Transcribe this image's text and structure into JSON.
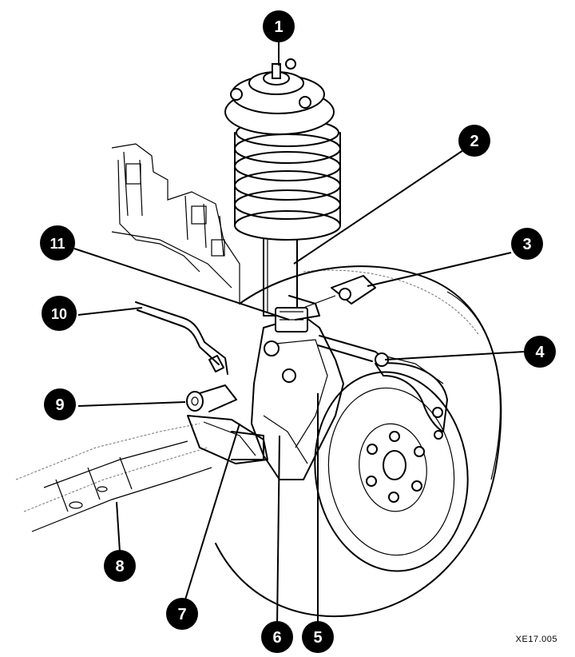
{
  "figure_ref": "XE17.005",
  "callouts": [
    {
      "id": "1"
    },
    {
      "id": "2"
    },
    {
      "id": "3"
    },
    {
      "id": "4"
    },
    {
      "id": "5"
    },
    {
      "id": "6"
    },
    {
      "id": "7"
    },
    {
      "id": "8"
    },
    {
      "id": "9"
    },
    {
      "id": "10"
    },
    {
      "id": "11"
    }
  ]
}
